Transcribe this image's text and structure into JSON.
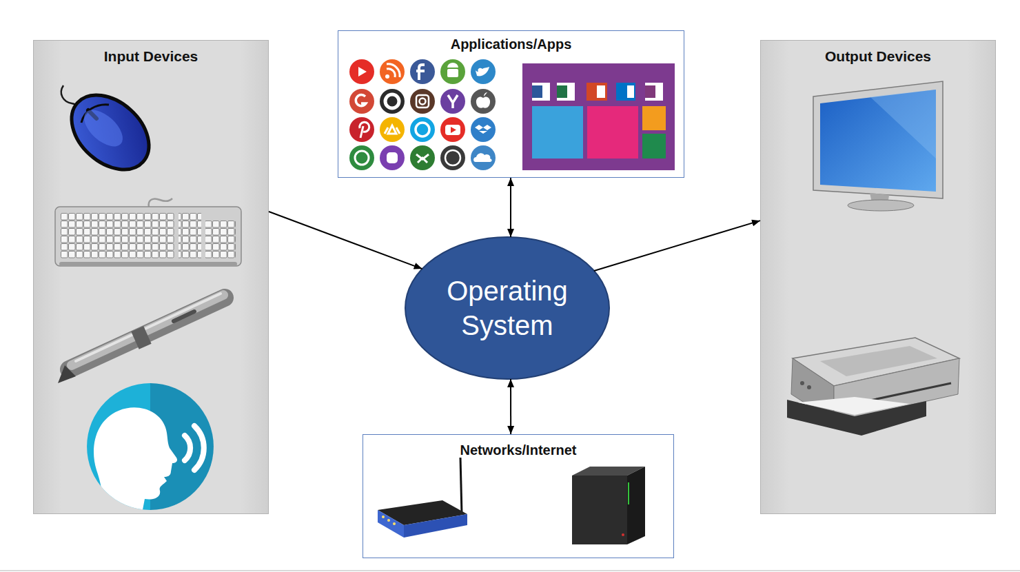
{
  "diagram": {
    "nodes": [
      {
        "text": [
          "Input Devices"
        ]
      },
      {
        "text": [
          "Applications/Apps"
        ]
      },
      {
        "text": [
          "Operating System"
        ]
      },
      {
        "text": [
          "Networks/Internet"
        ]
      },
      {
        "text": [
          "Output Devices"
        ]
      }
    ],
    "edges": [
      {
        "from": 0,
        "to": 2,
        "arrow": "to"
      },
      {
        "from": 1,
        "to": 2,
        "arrow": "both"
      },
      {
        "from": 2,
        "to": 3,
        "arrow": "both"
      },
      {
        "from": 2,
        "to": 4,
        "arrow": "to"
      }
    ]
  }
}
